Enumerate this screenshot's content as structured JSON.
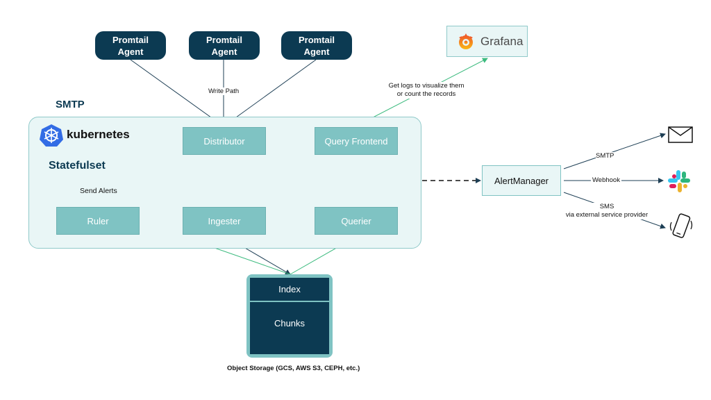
{
  "agents": [
    {
      "label": "Promtail\nAgent"
    },
    {
      "label": "Promtail\nAgent"
    },
    {
      "label": "Promtail\nAgent"
    }
  ],
  "headings": {
    "smtp_title": "SMTP",
    "kubernetes": "kubernetes",
    "statefulset": "Statefulset"
  },
  "services": {
    "distributor": "Distributor",
    "query_frontend": "Query Frontend",
    "ruler": "Ruler",
    "ingester": "Ingester",
    "querier": "Querier"
  },
  "alertmanager": "AlertManager",
  "grafana": "Grafana",
  "storage": {
    "index": "Index",
    "chunks": "Chunks",
    "caption": "Object Storage (GCS, AWS S3, CEPH, etc.)"
  },
  "edge_labels": {
    "write_path": "Write Path",
    "get_logs": "Get logs to visualize them\nor count the records",
    "send_alerts": "Send Alerts",
    "smtp": "SMTP",
    "webhook": "Webhook",
    "sms": "SMS\nvia external service provider"
  },
  "icons": [
    "kubernetes-icon",
    "grafana-icon",
    "envelope-icon",
    "slack-icon",
    "phone-icon"
  ],
  "colors": {
    "navy": "#0c3a52",
    "teal": "#7fc3c3",
    "green_arrow": "#3dbb7f",
    "k8s_blue": "#326ce5"
  }
}
